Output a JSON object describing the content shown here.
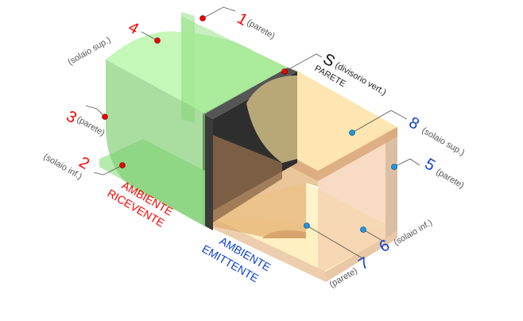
{
  "colors": {
    "receiving": "#ff0000",
    "emitting": "#0a3fd6",
    "partition": "#111111",
    "green": "#9be88f",
    "orange": "#f7cf8e"
  },
  "labels": {
    "l1": {
      "num": "1",
      "desc": "(parete)"
    },
    "l2": {
      "num": "2",
      "desc": "(solaio inf.)"
    },
    "l3": {
      "num": "3",
      "desc": "(parete)"
    },
    "l4": {
      "num": "4",
      "desc": "(solaio sup.)"
    },
    "l5": {
      "num": "5",
      "desc": "(parete)"
    },
    "l6": {
      "num": "6",
      "desc": "(solaio inf.)"
    },
    "l7": {
      "num": "7",
      "desc": "(parete)"
    },
    "l8": {
      "num": "8",
      "desc": "(solaio sup.)"
    },
    "s": {
      "num": "S",
      "desc": "(divisorio vert.)",
      "type": "PARETE"
    }
  },
  "rooms": {
    "receiving": {
      "line1": "AMBIENTE",
      "line2": "RICEVENTE"
    },
    "emitting": {
      "line1": "AMBIENTE",
      "line2": "EMITTENTE"
    }
  }
}
